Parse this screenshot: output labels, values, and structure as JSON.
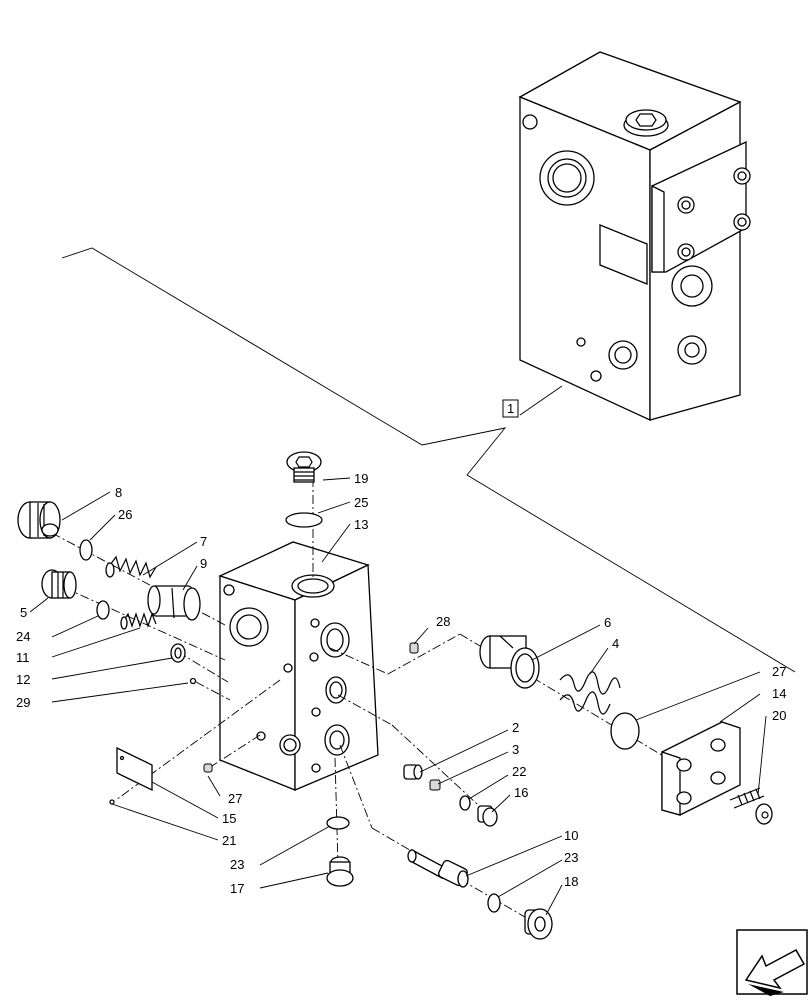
{
  "callouts": {
    "c1": "1",
    "c2": "2",
    "c3": "3",
    "c4": "4",
    "c5": "5",
    "c6": "6",
    "c7": "7",
    "c8": "8",
    "c9": "9",
    "c10": "10",
    "c11": "11",
    "c12": "12",
    "c13": "13",
    "c14": "14",
    "c15": "15",
    "c16": "16",
    "c17": "17",
    "c18": "18",
    "c19": "19",
    "c20": "20",
    "c21": "21",
    "c22": "22",
    "c23a": "23",
    "c23b": "23",
    "c24": "24",
    "c25": "25",
    "c26": "26",
    "c27a": "27",
    "c27b": "27",
    "c28": "28",
    "c29": "29"
  }
}
